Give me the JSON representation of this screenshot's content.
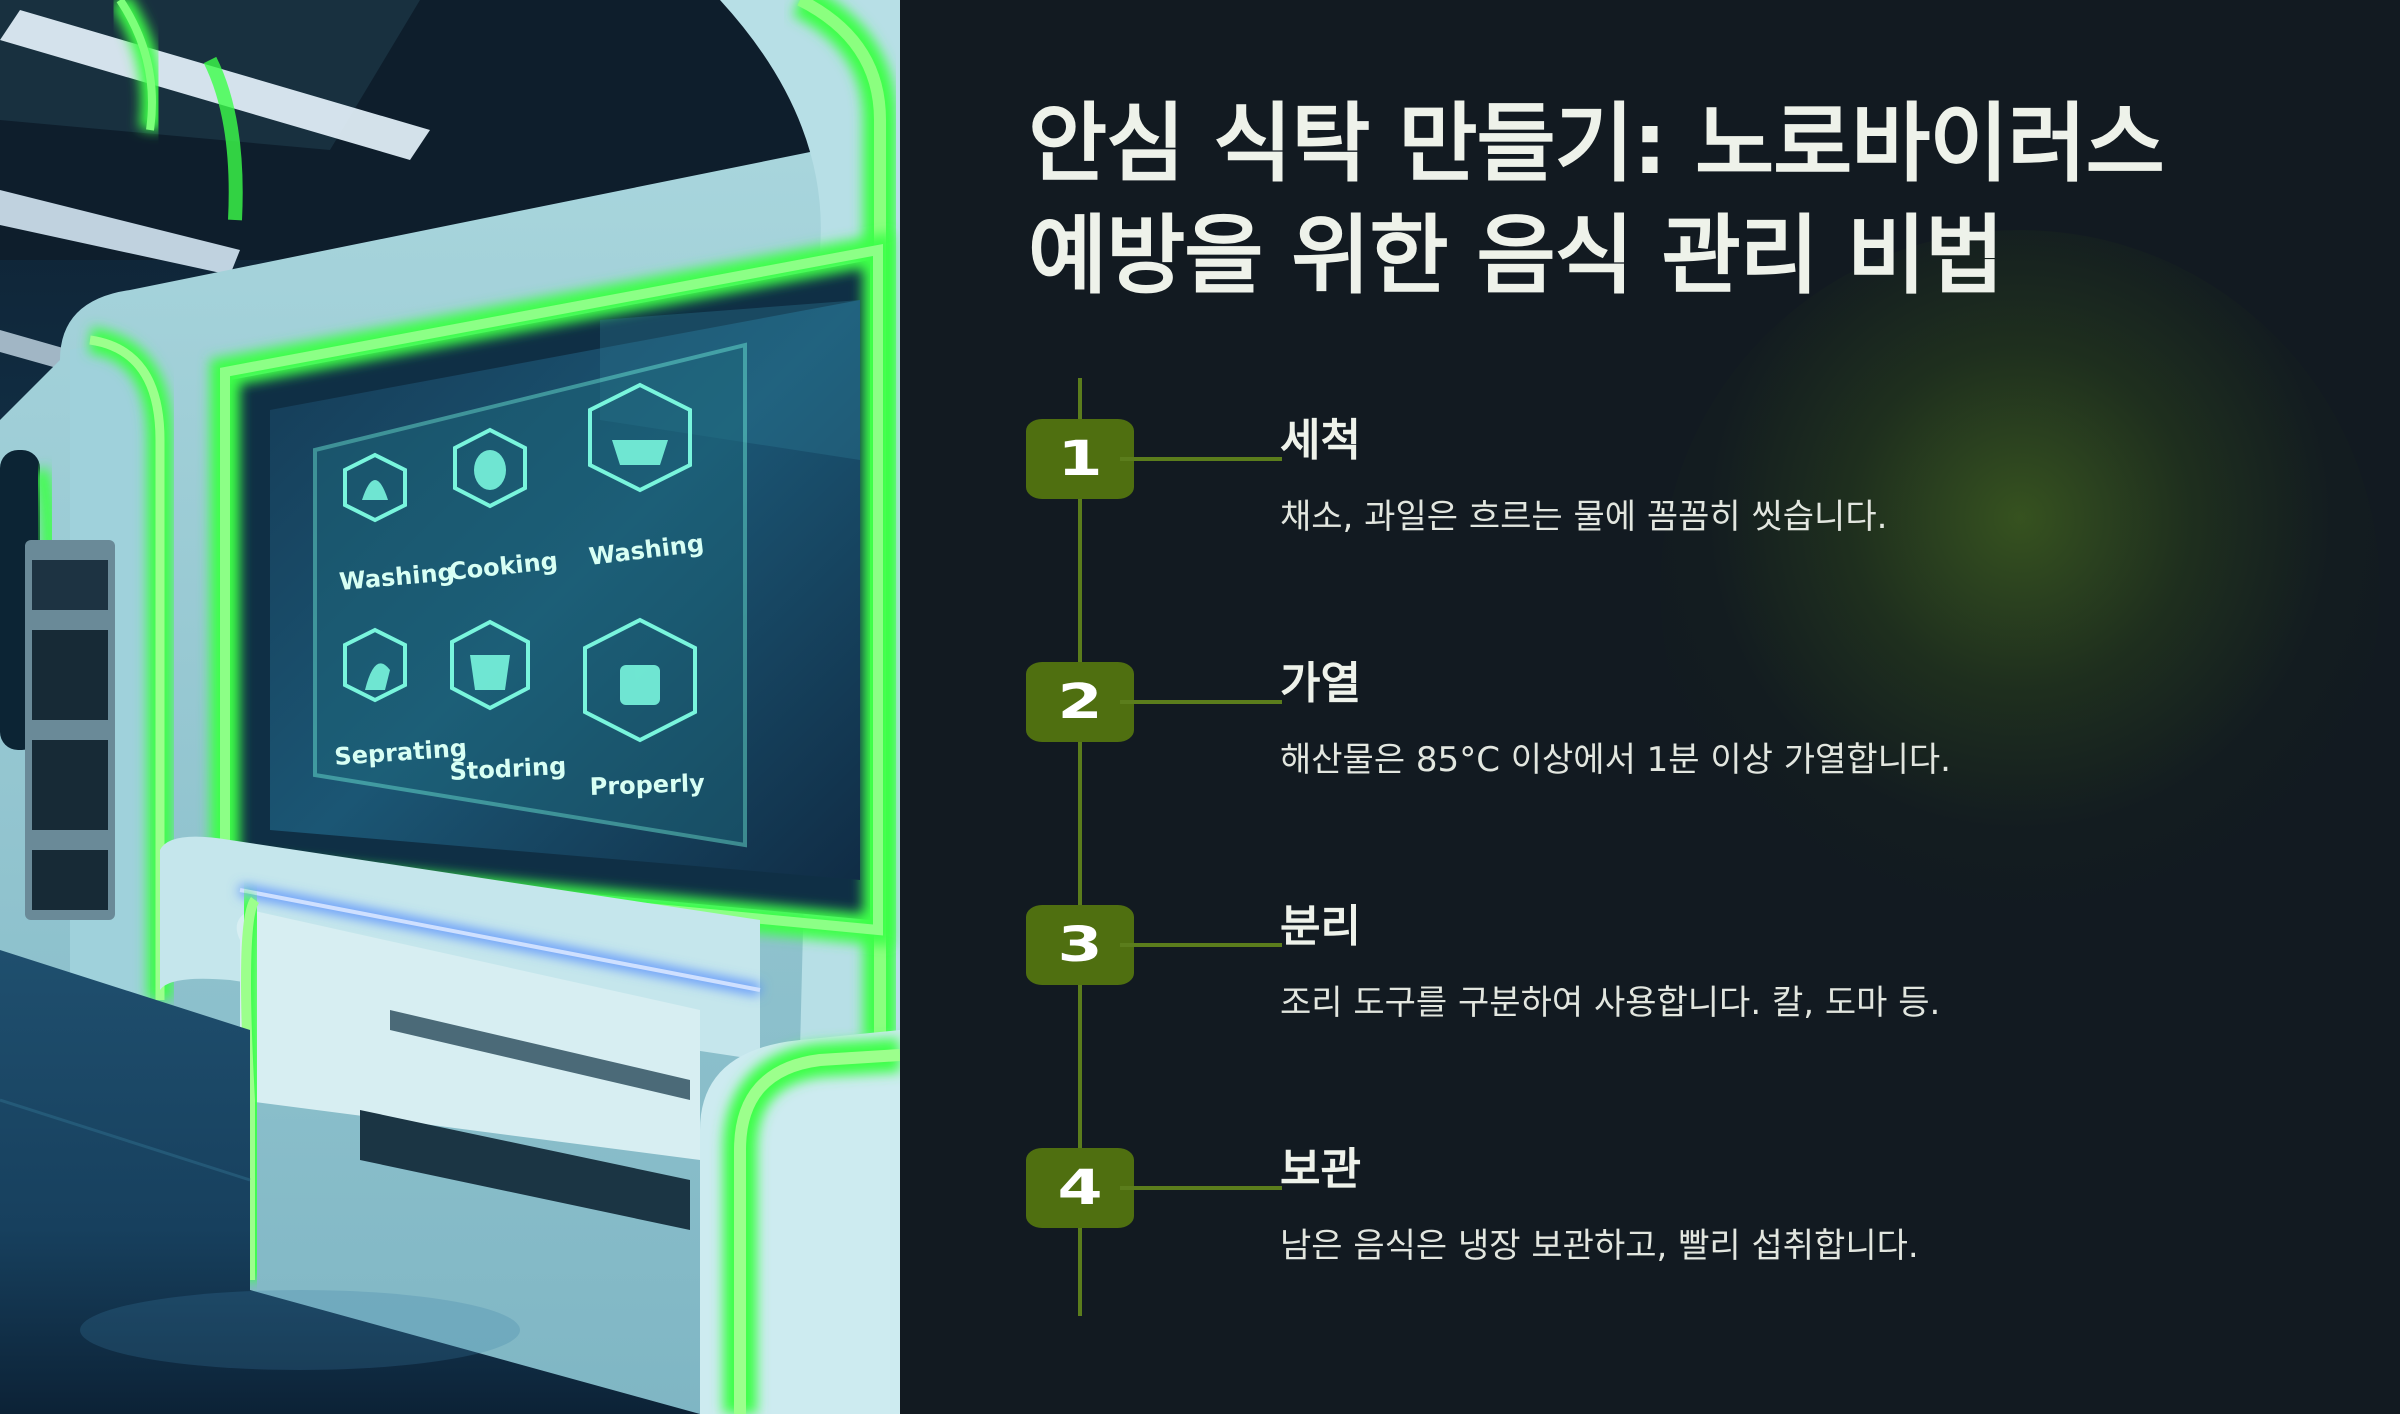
{
  "slide": {
    "title_line1": "안심 식탁 만들기: 노로바이러스",
    "title_line2": "예방을 위한 음식 관리 비법"
  },
  "illustration": {
    "panel_labels": [
      "Washing",
      "Cooking",
      "Washing",
      "Seprating",
      "Stodring",
      "Properly"
    ],
    "icons": [
      "produce-icon",
      "onion-icon",
      "basin-icon",
      "hand-icon",
      "basket-icon",
      "container-icon"
    ]
  },
  "steps": [
    {
      "number": "1",
      "title": "세척",
      "description": "채소, 과일은 흐르는 물에 꼼꼼히 씻습니다."
    },
    {
      "number": "2",
      "title": "가열",
      "description": "해산물은 85°C 이상에서 1분 이상 가열합니다."
    },
    {
      "number": "3",
      "title": "분리",
      "description": "조리 도구를 구분하여 사용합니다. 칼, 도마 등."
    },
    {
      "number": "4",
      "title": "보관",
      "description": "남은 음식은 냉장 보관하고, 빨리 섭취합니다."
    }
  ],
  "colors": {
    "background": "#121a21",
    "accent_green": "#4f6f10",
    "line_green": "#5b7d1c",
    "neon_green": "#3cff4a",
    "title_text": "#eef2ea"
  }
}
